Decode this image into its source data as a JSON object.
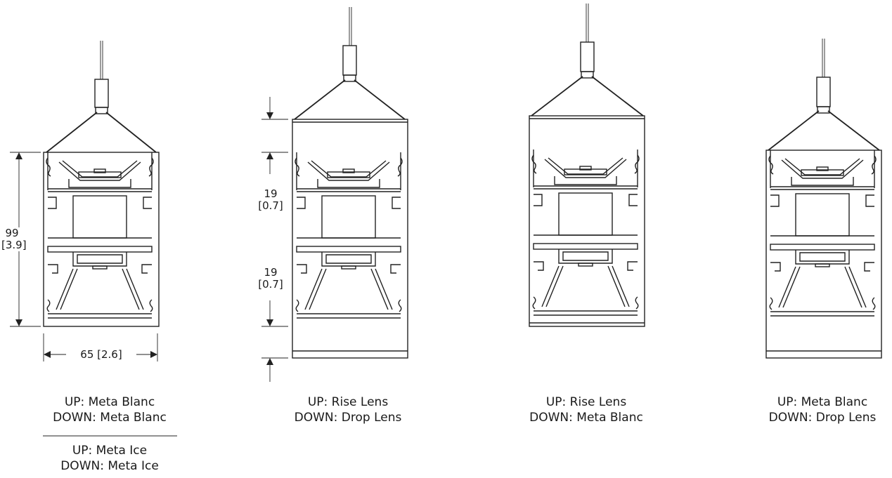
{
  "fixtures": [
    {
      "up_label": "UP: Meta Blanc",
      "down_label": "DOWN: Meta Blanc",
      "alt_up_label": "UP: Meta Ice",
      "alt_down_label": "DOWN: Meta Ice"
    },
    {
      "up_label": "UP: Rise Lens",
      "down_label": "DOWN: Drop Lens"
    },
    {
      "up_label": "UP: Rise Lens",
      "down_label": "DOWN: Meta Blanc"
    },
    {
      "up_label": "UP: Meta Blanc",
      "down_label": "DOWN: Drop Lens"
    }
  ],
  "dimensions": {
    "height": {
      "mm": "99",
      "in": "[3.9]"
    },
    "width": {
      "text": "65 [2.6]"
    },
    "rise_lens": {
      "mm": "19",
      "in": "[0.7]"
    },
    "drop_lens": {
      "mm": "19",
      "in": "[0.7]"
    }
  }
}
